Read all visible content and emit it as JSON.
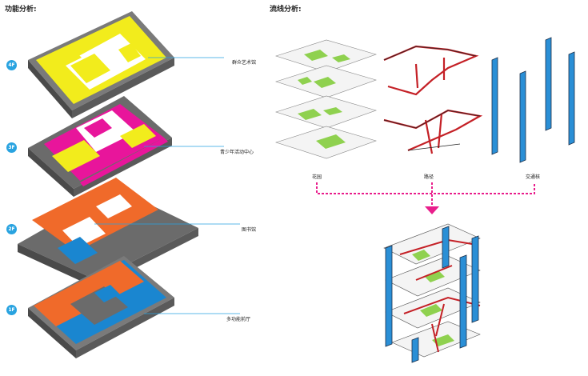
{
  "left": {
    "title": "功能分析:",
    "floors": [
      {
        "badge": "4F",
        "label": "群众艺术馆",
        "color": "#f2ec1c"
      },
      {
        "badge": "3F",
        "label": "青少年活动中心",
        "color": "#e8159b"
      },
      {
        "badge": "2F",
        "label": "图书馆",
        "color": "#f06a2a"
      },
      {
        "badge": "1F",
        "label": "多功能前厅",
        "color": "#1a86d0"
      }
    ]
  },
  "right": {
    "title": "流线分析:",
    "labels": {
      "garden": "花园",
      "path": "路径",
      "core": "交通核"
    }
  },
  "colors": {
    "slab": "#6b6b6b",
    "accent": "#e91e8c",
    "core": "#2a8fd6",
    "route": "#c42026"
  }
}
